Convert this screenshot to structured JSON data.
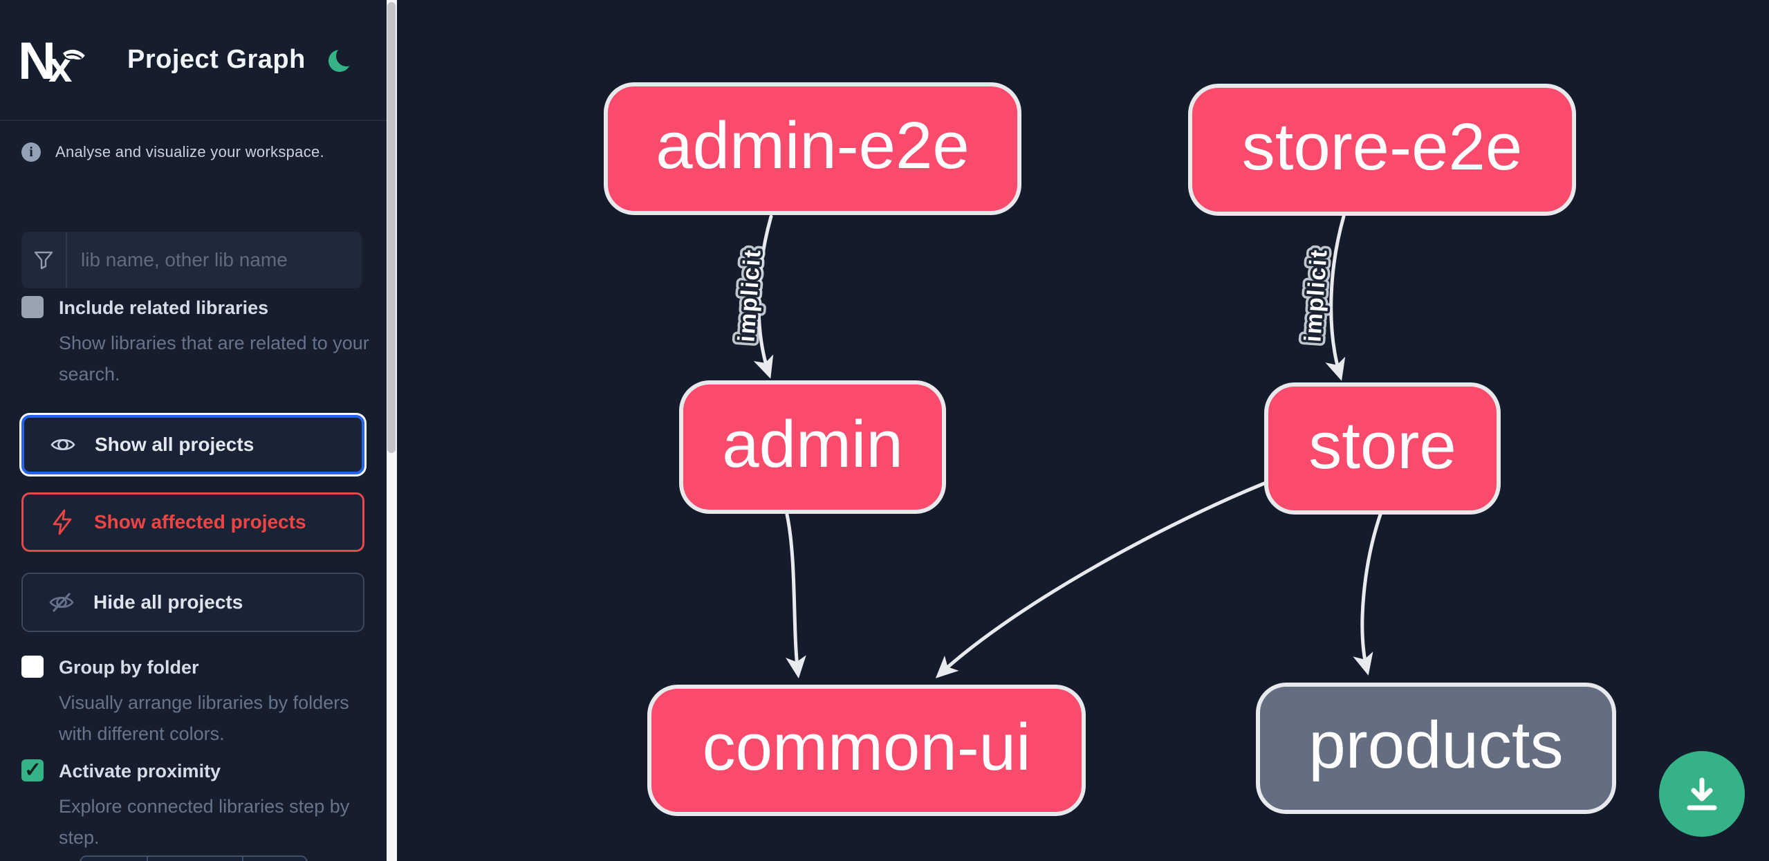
{
  "header": {
    "logo_text": "Nx",
    "title": "Project Graph"
  },
  "sidebar": {
    "info": "Analyse and visualize your workspace.",
    "search_placeholder": "lib name, other lib name",
    "include_related": {
      "label": "Include related libraries",
      "description": "Show libraries that are related to your search.",
      "checked": false
    },
    "actions": {
      "show_all": "Show all projects",
      "show_affected": "Show affected projects",
      "hide_all": "Hide all projects"
    },
    "group_by_folder": {
      "label": "Group by folder",
      "description": "Visually arrange libraries by folders with different colors.",
      "checked": false
    },
    "activate_proximity": {
      "label": "Activate proximity",
      "description": "Explore connected libraries step by step.",
      "checked": true
    }
  },
  "graph": {
    "nodes": [
      {
        "id": "admin-e2e",
        "color": "pink"
      },
      {
        "id": "store-e2e",
        "color": "pink"
      },
      {
        "id": "admin",
        "color": "pink"
      },
      {
        "id": "store",
        "color": "pink"
      },
      {
        "id": "common-ui",
        "color": "pink"
      },
      {
        "id": "products",
        "color": "gray"
      }
    ],
    "edges": [
      {
        "from": "admin-e2e",
        "to": "admin",
        "type": "implicit",
        "label": "implicit"
      },
      {
        "from": "store-e2e",
        "to": "store",
        "type": "implicit",
        "label": "implicit"
      },
      {
        "from": "admin",
        "to": "common-ui",
        "type": "static",
        "label": ""
      },
      {
        "from": "store",
        "to": "common-ui",
        "type": "static",
        "label": ""
      },
      {
        "from": "store",
        "to": "products",
        "type": "static",
        "label": ""
      }
    ]
  },
  "colors": {
    "node_pink": "#fa4b6c",
    "node_gray": "#646e80",
    "accent_green": "#35b386",
    "focus_blue": "#2563eb",
    "affected_red": "#ef4444",
    "edge": "#e8eaee",
    "sidebar_bg": "#161e2e",
    "canvas_bg": "#141b2a"
  }
}
